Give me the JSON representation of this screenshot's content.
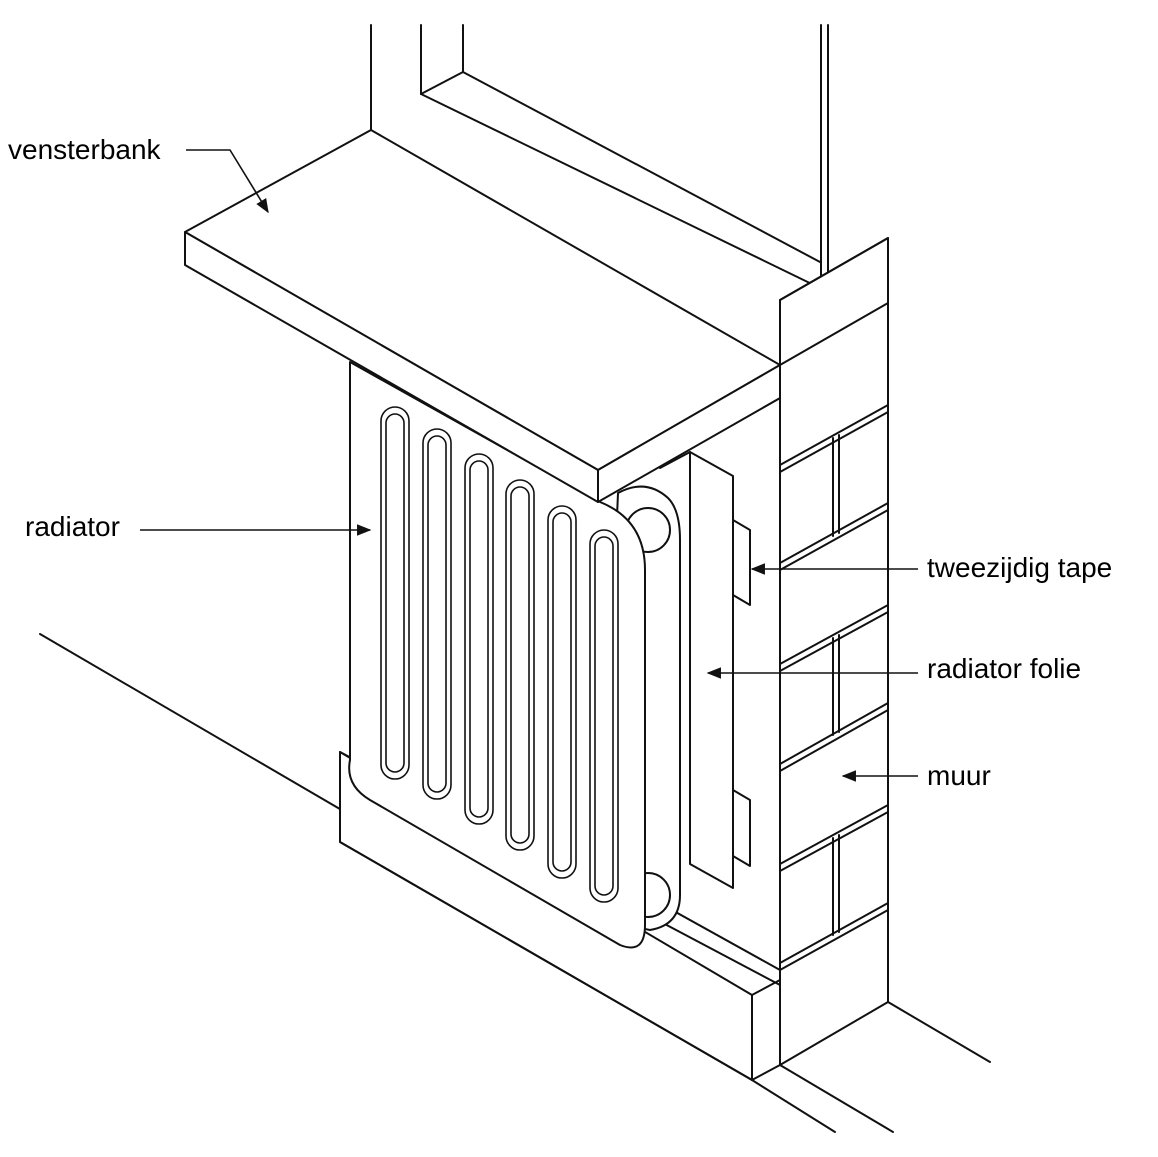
{
  "labels": {
    "vensterbank": "vensterbank",
    "radiator": "radiator",
    "tape": "tweezijdig tape",
    "folie": "radiator folie",
    "muur": "muur"
  },
  "colors": {
    "line": "#111111",
    "background": "#ffffff"
  }
}
